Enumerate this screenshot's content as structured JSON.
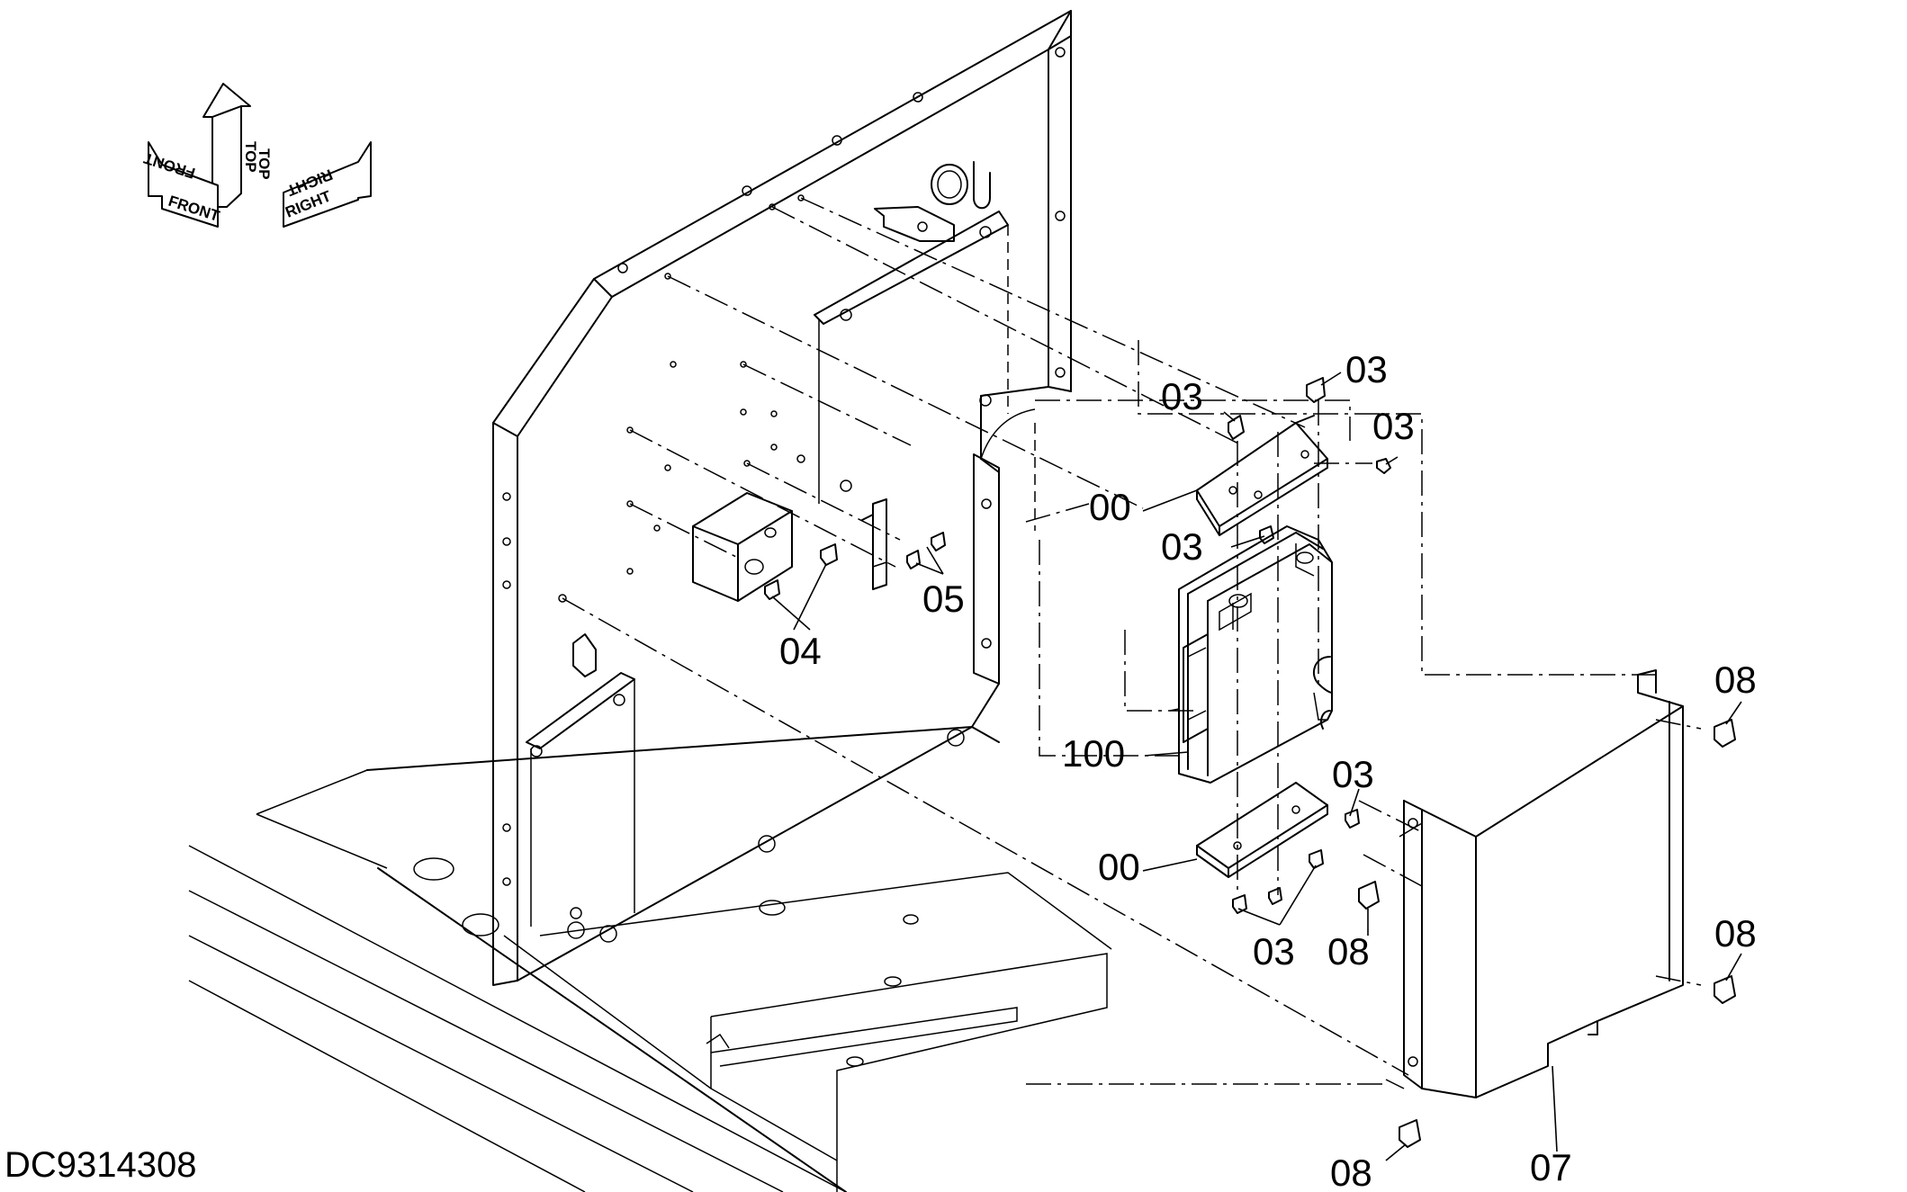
{
  "drawing_id": "DC9314308",
  "orientation_arrows": [
    {
      "label": "FRONT",
      "mirror": "FRONT"
    },
    {
      "label": "TOP",
      "mirror": "TOP"
    },
    {
      "label": "RIGHT",
      "mirror": "RIGHT"
    }
  ],
  "callouts": {
    "c03_top_right": "03",
    "c03_top_left": "03",
    "c03_right": "03",
    "c00_upper": "00",
    "c03_mid": "03",
    "c05": "05",
    "c04": "04",
    "c100": "100",
    "c03_lower_right": "03",
    "c00_lower": "00",
    "c03_bottom": "03",
    "c08_upper": "08",
    "c08_mid": "08",
    "c08_right": "08",
    "c08_bottom": "08",
    "c07": "07"
  }
}
